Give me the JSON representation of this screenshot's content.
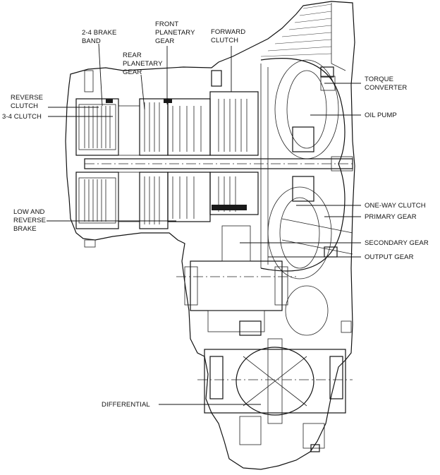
{
  "labels": {
    "brake_band": [
      "2-4 BRAKE",
      "BAND"
    ],
    "front_planetary": [
      "FRONT",
      "PLANETARY",
      "GEAR"
    ],
    "forward_clutch": [
      "FORWARD",
      "CLUTCH"
    ],
    "rear_planetary": [
      "REAR",
      "PLANETARY",
      "GEAR"
    ],
    "reverse_clutch": [
      "REVERSE",
      "CLUTCH"
    ],
    "clutch_34": "3-4 CLUTCH",
    "torque_converter": [
      "TORQUE",
      "CONVERTER"
    ],
    "oil_pump": "OIL PUMP",
    "low_reverse_brake": [
      "LOW AND",
      "REVERSE",
      "BRAKE"
    ],
    "one_way_clutch": "ONE-WAY CLUTCH",
    "primary_gear": "PRIMARY GEAR",
    "secondary_gear": "SECONDARY GEAR",
    "output_gear": "OUTPUT GEAR",
    "differential": "DIFFERENTIAL"
  }
}
